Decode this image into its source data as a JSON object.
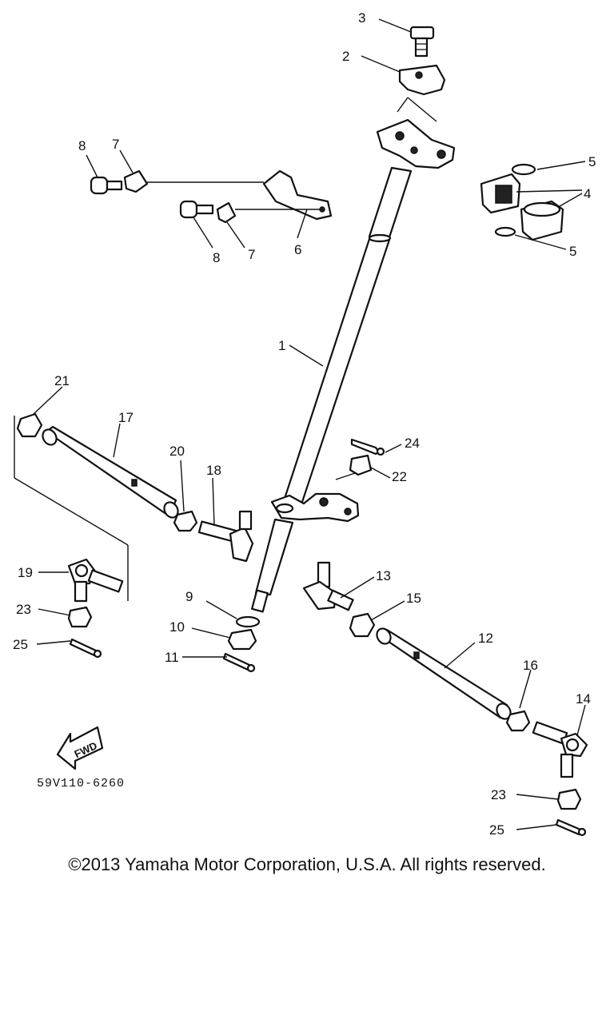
{
  "diagram": {
    "callouts": {
      "c1": "1",
      "c2": "2",
      "c3": "3",
      "c4": "4",
      "c5a": "5",
      "c5b": "5",
      "c6": "6",
      "c7a": "7",
      "c7b": "7",
      "c8a": "8",
      "c8b": "8",
      "c9": "9",
      "c10": "10",
      "c11": "11",
      "c12": "12",
      "c13": "13",
      "c14": "14",
      "c15": "15",
      "c16": "16",
      "c17": "17",
      "c18": "18",
      "c19": "19",
      "c20": "20",
      "c21": "21",
      "c22": "22",
      "c23a": "23",
      "c23b": "23",
      "c24": "24",
      "c25a": "25",
      "c25b": "25"
    },
    "fwd_label": "FWD",
    "drawing_code": "59V110-6260"
  },
  "footer": {
    "copyright": "©2013 Yamaha Motor Corporation, U.S.A. All rights reserved."
  }
}
